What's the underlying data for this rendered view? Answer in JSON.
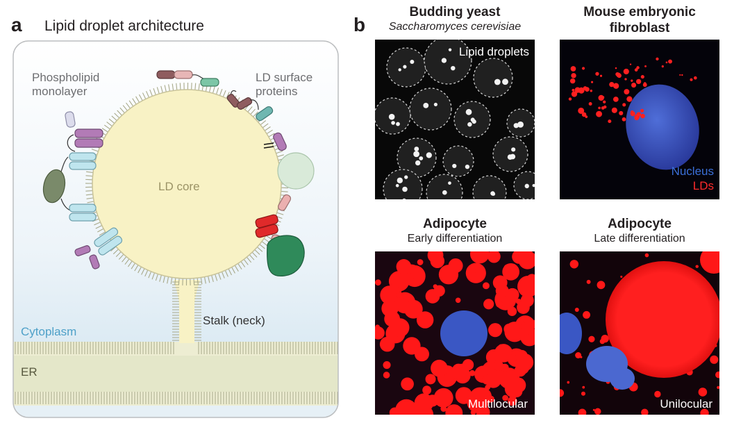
{
  "panel_a": {
    "letter": "a",
    "title": "Lipid droplet architecture",
    "labels": {
      "phospholipid": [
        "Phospholipid",
        "monolayer"
      ],
      "surface_proteins": [
        "LD surface",
        "proteins"
      ],
      "core": "LD core",
      "stalk": "Stalk (neck)",
      "cytoplasm": "Cytoplasm",
      "er": "ER"
    }
  },
  "panel_b": {
    "letter": "b",
    "images": [
      {
        "title": "Budding yeast",
        "subtitle": "Saccharomyces cerevisiae",
        "overlay": "Lipid droplets"
      },
      {
        "title": "Mouse embryonic",
        "title2": "fibroblast",
        "overlay_nucleus": "Nucleus",
        "overlay_lds": "LDs"
      },
      {
        "title": "Adipocyte",
        "subtitle": "Early differentiation",
        "overlay": "Multilocular"
      },
      {
        "title": "Adipocyte",
        "subtitle": "Late differentiation",
        "overlay": "Unilocular"
      }
    ]
  },
  "colors": {
    "core": "#f8f2c5",
    "cytoplasm": "#d5e7f1",
    "er": "#e3e6c8",
    "cytoplasm_text": "#4ea0c8",
    "nucleus_text": "#3b6fd8",
    "lds_text": "#ff2b2b",
    "lipid_red": "#ff1a1a",
    "nucleus_blue": "#3a57c4"
  }
}
